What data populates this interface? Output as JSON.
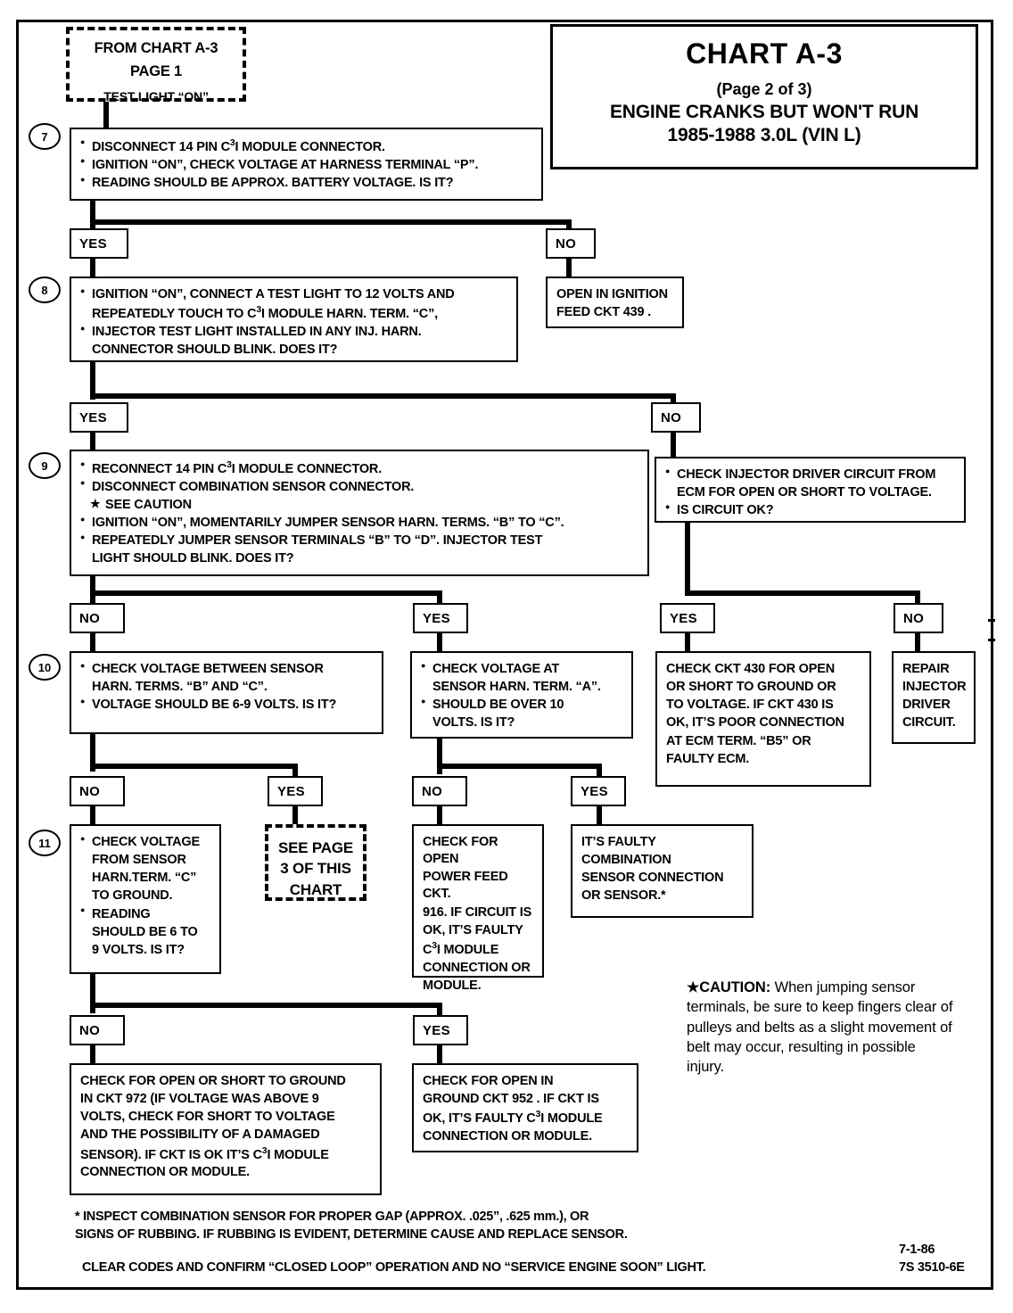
{
  "title": {
    "chart": "CHART A-3",
    "page": "(Page 2 of 3)",
    "line1": "ENGINE CRANKS BUT WON'T RUN",
    "line2": "1985-1988  3.0L  (VIN L)"
  },
  "entry": {
    "line1": "FROM CHART A-3",
    "line2": "PAGE 1",
    "line3": "TEST LIGHT “ON”"
  },
  "labels": {
    "yes": "YES",
    "no": "NO"
  },
  "steps": {
    "s7": "7",
    "s8": "8",
    "s9": "9",
    "s10": "10",
    "s11": "11"
  },
  "boxes": {
    "step7": {
      "bullets": [
        "DISCONNECT 14 PIN C3I MODULE CONNECTOR.",
        "IGNITION “ON”, CHECK VOLTAGE AT HARNESS TERMINAL  “P”.",
        "READING SHOULD BE APPROX. BATTERY VOLTAGE.  IS IT?"
      ]
    },
    "open_ignition_feed": {
      "lines": [
        "OPEN IN IGNITION",
        "FEED CKT 439 ."
      ]
    },
    "step8": {
      "bullets": [
        "IGNITION “ON”, CONNECT A TEST LIGHT TO 12 VOLTS AND",
        "REPEATEDLY TOUCH TO C3I MODULE  HARN. TERM.  “C”,",
        "INJECTOR TEST LIGHT INSTALLED IN ANY INJ. HARN.",
        "CONNECTOR  SHOULD BLINK.  DOES IT?"
      ]
    },
    "step9": {
      "bullets": [
        "RECONNECT 14 PIN C3I  MODULE CONNECTOR.",
        "DISCONNECT COMBINATION SENSOR CONNECTOR.",
        "SEE CAUTION",
        "IGNITION “ON”, MOMENTARILY JUMPER SENSOR HARN. TERMS. “B” TO “C”.",
        "REPEATEDLY JUMPER SENSOR TERMINALS “B” TO “D”.  INJECTOR TEST",
        "LIGHT SHOULD BLINK.  DOES IT?"
      ]
    },
    "injector_driver": {
      "bullets": [
        "CHECK INJECTOR DRIVER CIRCUIT  FROM",
        "ECM FOR OPEN OR SHORT TO VOLTAGE.",
        "IS CIRCUIT OK?"
      ]
    },
    "step10": {
      "bullets": [
        "CHECK VOLTAGE BETWEEN SENSOR",
        "HARN. TERMS. “B” AND “C”.",
        "VOLTAGE SHOULD BE 6-9 VOLTS.  IS IT?"
      ]
    },
    "check_voltage_term_a": {
      "bullets": [
        "CHECK VOLTAGE AT",
        "SENSOR HARN. TERM. “A”.",
        "SHOULD BE OVER 10",
        "VOLTS.  IS IT?"
      ]
    },
    "check_ckt_430": {
      "lines": [
        "CHECK CKT 430 FOR OPEN",
        "OR SHORT TO GROUND OR",
        "TO VOLTAGE.  IF CKT 430 IS",
        "OK, IT’S POOR CONNECTION",
        "AT ECM TERM. “B5” OR",
        "FAULTY ECM."
      ]
    },
    "repair_injector_driver": {
      "lines": [
        "REPAIR",
        "INJECTOR",
        "DRIVER",
        "CIRCUIT."
      ]
    },
    "step11": {
      "bullets": [
        "CHECK VOLTAGE",
        "FROM SENSOR",
        "HARN.TERM. “C”",
        "TO GROUND.",
        "READING",
        "SHOULD BE 6 TO",
        "9 VOLTS.  IS IT?"
      ]
    },
    "see_page_3": {
      "lines": [
        "SEE PAGE",
        "3 OF THIS",
        "CHART"
      ]
    },
    "check_power_feed_916": {
      "lines": [
        "CHECK FOR OPEN",
        "POWER FEED CKT.",
        "916.  IF CIRCUIT IS",
        "OK, IT’S FAULTY",
        "C3I MODULE",
        "CONNECTION OR",
        "MODULE."
      ]
    },
    "faulty_combination_sensor": {
      "lines": [
        "IT’S FAULTY",
        "COMBINATION",
        "SENSOR CONNECTION",
        "OR SENSOR.*"
      ]
    },
    "check_ckt_972": {
      "lines": [
        "CHECK FOR OPEN OR SHORT TO GROUND",
        "IN CKT 972 (IF VOLTAGE WAS ABOVE 9",
        "VOLTS, CHECK FOR SHORT TO VOLTAGE",
        "AND THE POSSIBILITY OF A DAMAGED",
        "SENSOR).  IF CKT IS OK IT’S  C3I MODULE",
        "CONNECTION OR MODULE."
      ]
    },
    "check_ground_ckt_952": {
      "lines": [
        "CHECK FOR OPEN IN",
        "GROUND CKT 952 .  IF CKT IS",
        "OK, IT’S FAULTY C3I MODULE",
        "CONNECTION OR MODULE."
      ]
    }
  },
  "caution": {
    "heading": "CAUTION:",
    "text": " When jumping sensor terminals, be sure to keep fingers clear of pulleys and belts as a slight movement of belt may occur, resulting in possible injury."
  },
  "footnotes": {
    "line1": "*  INSPECT COMBINATION SENSOR FOR PROPER GAP (APPROX.  .025”, .625 mm.), OR",
    "line2": "SIGNS OF RUBBING.  IF RUBBING IS EVIDENT, DETERMINE CAUSE AND REPLACE SENSOR.",
    "line3": "CLEAR CODES AND CONFIRM “CLOSED LOOP”  OPERATION AND NO “SERVICE ENGINE SOON” LIGHT."
  },
  "docmeta": {
    "date": "7-1-86",
    "code": "7S 3510-6E"
  },
  "colors": {
    "ink": "#000000",
    "paper": "#ffffff"
  }
}
